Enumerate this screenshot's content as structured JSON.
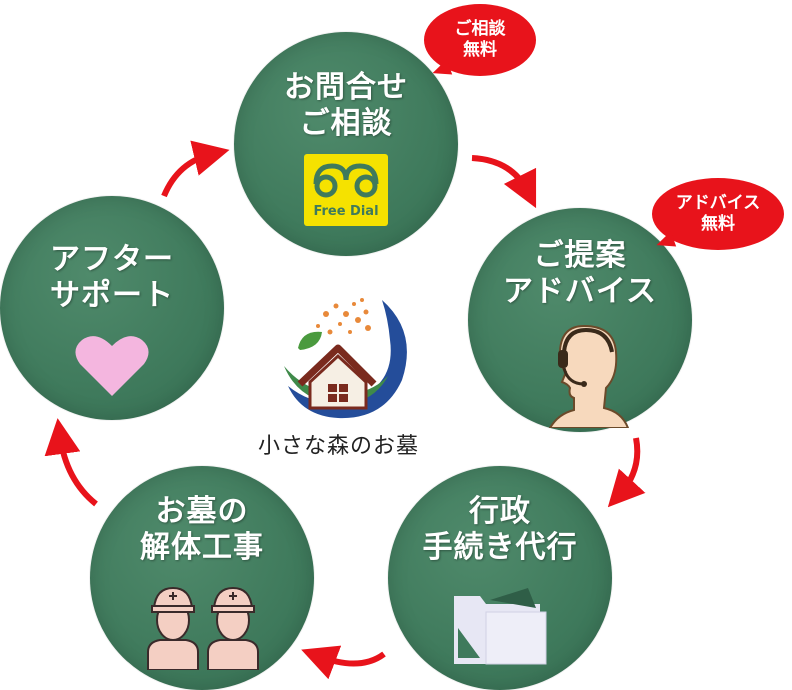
{
  "center_logo": {
    "text": "小さな森のお墓",
    "icon": "house-leaf-logo"
  },
  "steps": [
    {
      "id": "consult",
      "line1": "お問合せ",
      "line2": "ご相談",
      "icon": "free-dial-icon",
      "icon_label": "Free Dial",
      "badge": {
        "line1": "ご相談",
        "line2": "無料"
      }
    },
    {
      "id": "proposal",
      "line1": "ご提案",
      "line2": "アドバイス",
      "icon": "operator-headset-icon",
      "badge": {
        "line1": "アドバイス",
        "line2": "無料"
      }
    },
    {
      "id": "admin",
      "line1": "行政",
      "line2": "手続き代行",
      "icon": "folder-icon"
    },
    {
      "id": "demolition",
      "line1": "お墓の",
      "line2": "解体工事",
      "icon": "workers-helmet-icon"
    },
    {
      "id": "aftercare",
      "line1": "アフター",
      "line2": "サポート",
      "icon": "heart-icon"
    }
  ],
  "colors": {
    "circle": "#3f7a5c",
    "badge": "#e8131b",
    "arrow": "#e8131b",
    "freedial": "#f5e200",
    "heart": "#f4b6df"
  }
}
